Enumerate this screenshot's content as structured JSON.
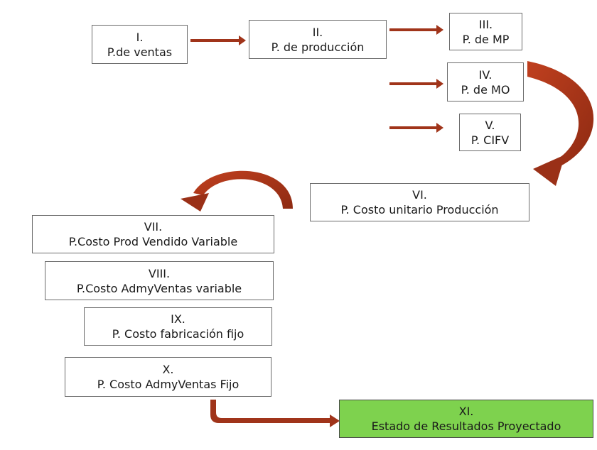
{
  "boxes": {
    "b1": {
      "num": "I.",
      "label": "P.de ventas"
    },
    "b2": {
      "num": "II.",
      "label": "P. de producción"
    },
    "b3": {
      "num": "III.",
      "label": "P. de MP"
    },
    "b4": {
      "num": "IV.",
      "label": "P. de MO"
    },
    "b5": {
      "num": "V.",
      "label": "P. CIFV"
    },
    "b6": {
      "num": "VI.",
      "label": "P. Costo unitario Producción"
    },
    "b7": {
      "num": "VII.",
      "label": "P.Costo Prod Vendido Variable"
    },
    "b8": {
      "num": "VIII.",
      "label": "P.Costo AdmyVentas variable"
    },
    "b9": {
      "num": "IX.",
      "label": "P. Costo fabricación fijo"
    },
    "b10": {
      "num": "X.",
      "label": "P. Costo AdmyVentas Fijo"
    },
    "b11": {
      "num": "XI.",
      "label": "Estado de Resultados Proyectado"
    }
  },
  "colors": {
    "arrow": "#a0341a",
    "result_box": "#7ed24e"
  }
}
